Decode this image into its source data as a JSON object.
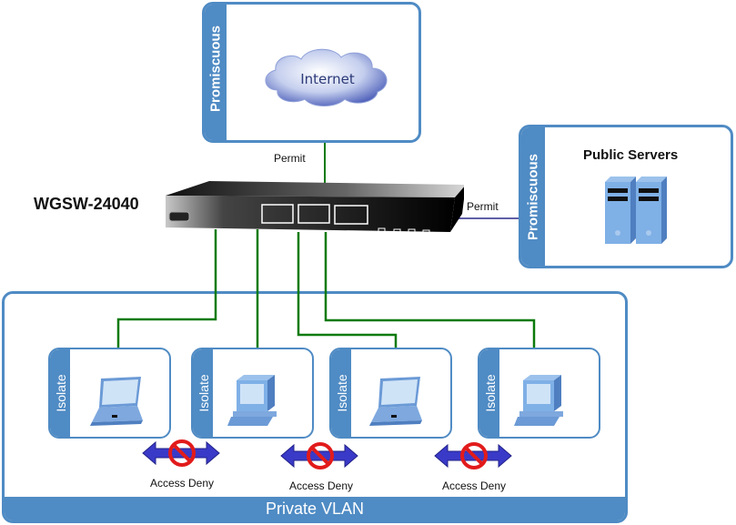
{
  "internet_panel": {
    "side_label": "Promiscuous",
    "cloud_label": "Internet"
  },
  "servers_panel": {
    "side_label": "Promiscuous",
    "title": "Public Servers"
  },
  "switch": {
    "model_label": "WGSW-24040"
  },
  "links": {
    "internet_permit": "Permit",
    "servers_permit": "Permit"
  },
  "private_vlan": {
    "label": "Private VLAN",
    "hosts": [
      {
        "side_label": "Isolate",
        "device": "laptop"
      },
      {
        "side_label": "Isolate",
        "device": "desktop"
      },
      {
        "side_label": "Isolate",
        "device": "laptop"
      },
      {
        "side_label": "Isolate",
        "device": "desktop"
      }
    ],
    "deny_links": [
      {
        "label": "Access Deny"
      },
      {
        "label": "Access Deny"
      },
      {
        "label": "Access Deny"
      }
    ]
  },
  "colors": {
    "panel_blue": "#4f8bc4",
    "wire_green": "#0a7a0a",
    "wire_blue": "#2a2a8a",
    "deny_red": "#e21b1b",
    "arrow_blue": "#3a3ac8"
  }
}
